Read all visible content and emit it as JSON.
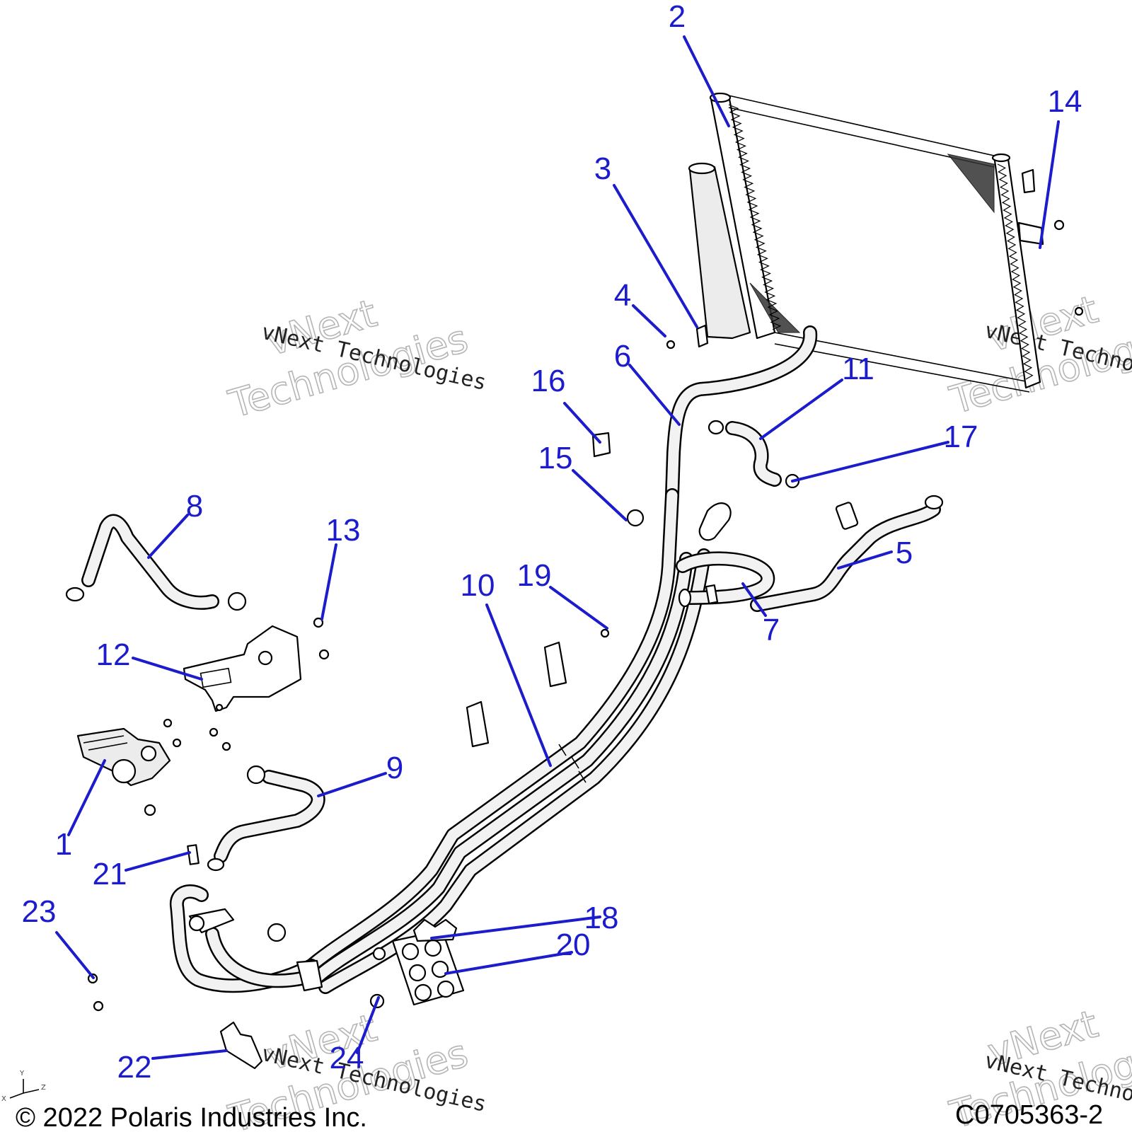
{
  "callouts": [
    "1",
    "2",
    "3",
    "4",
    "5",
    "6",
    "7",
    "8",
    "9",
    "10",
    "11",
    "12",
    "13",
    "14",
    "15",
    "16",
    "17",
    "18",
    "19",
    "20",
    "21",
    "22",
    "23",
    "24"
  ],
  "watermark": {
    "line": "vNext Technologies",
    "word1": "vNext",
    "word2": "Technologies"
  },
  "footer": {
    "copyright": "© 2022 Polaris Industries Inc.",
    "drawing_number": "C0705363-2"
  },
  "axis_triad": {
    "x": "X",
    "y": "Y",
    "z": "Z"
  },
  "colors": {
    "callout": "#1c1ccc",
    "line_art": "#000000",
    "watermark": "#b5b5b5"
  }
}
